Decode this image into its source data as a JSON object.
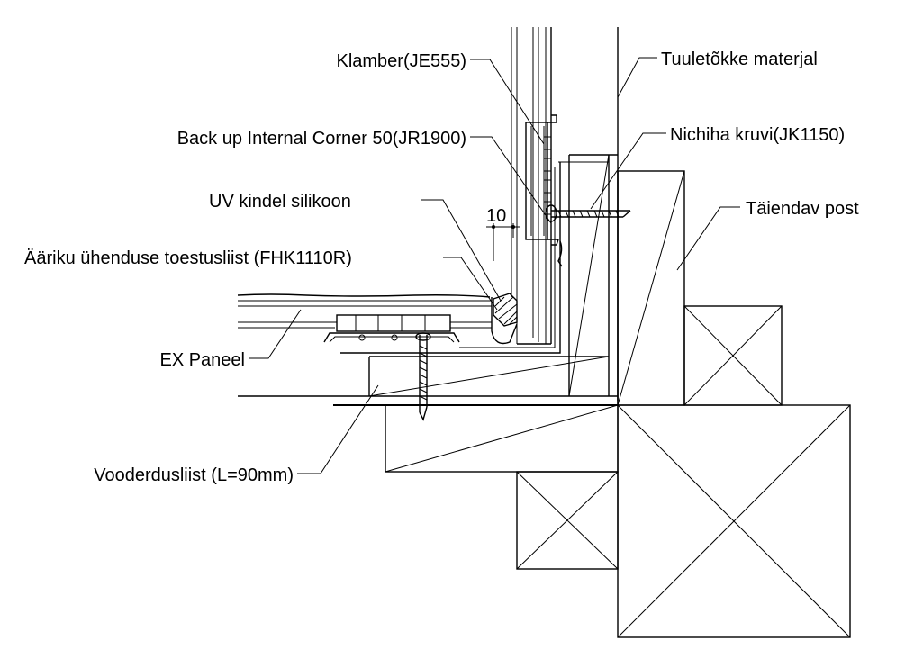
{
  "labels": {
    "klamber": "Klamber(JE555)",
    "tuuletokke": "Tuuletõkke materjal",
    "backup": "Back up Internal Corner 50(JR1900)",
    "nichiha": "Nichiha kruvi(JK1150)",
    "uv": "UV kindel silikoon",
    "taiendav": "Täiendav post",
    "aariku": "Ääriku ühenduse toestusliist (FHK1110R)",
    "expaneel": "EX Paneel",
    "vooderdus": "Vooderdusliist (L=90mm)"
  },
  "dimension": "10"
}
